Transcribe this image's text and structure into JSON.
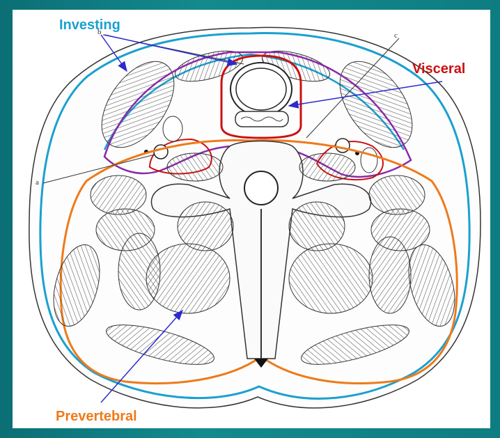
{
  "labels": {
    "investing": "Investing",
    "visceral": "Visceral",
    "prevertebral": "Prevertebral"
  },
  "letters": {
    "a": "a",
    "b": "b",
    "c": "c"
  },
  "colors": {
    "background": "#0e7a80",
    "investing": "#1aa0d0",
    "visceral": "#cc1010",
    "prevertebral": "#ee7a1a",
    "pretracheal": "#8a2aa8",
    "arrow": "#2a2ad0"
  }
}
